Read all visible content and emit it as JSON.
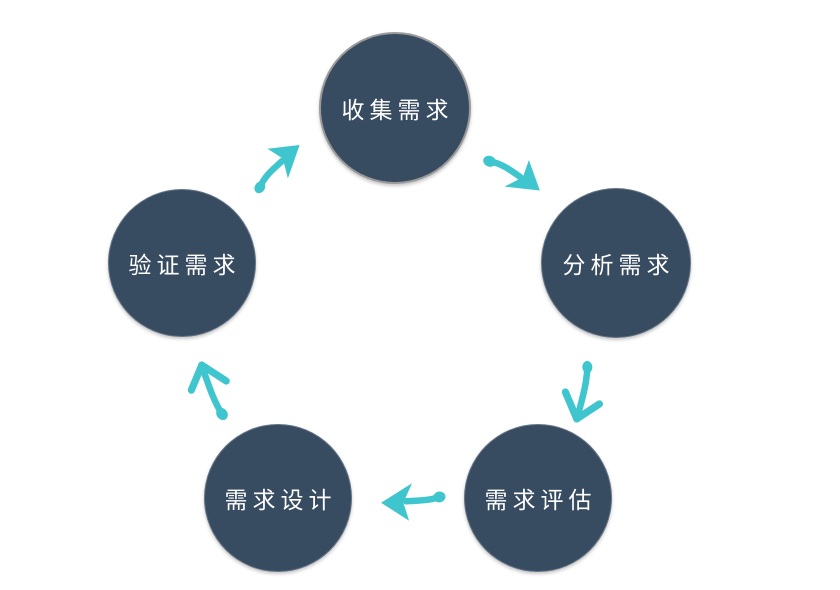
{
  "diagram": {
    "type": "cycle",
    "nodes": [
      {
        "id": "collect",
        "label": "收集需求"
      },
      {
        "id": "analyze",
        "label": "分析需求"
      },
      {
        "id": "evaluate",
        "label": "需求评估"
      },
      {
        "id": "design",
        "label": "需求设计"
      },
      {
        "id": "verify",
        "label": "验证需求"
      }
    ],
    "flow": [
      {
        "from": "收集需求",
        "to": "分析需求",
        "arrow_direction": "down-right"
      },
      {
        "from": "分析需求",
        "to": "需求评估",
        "arrow_direction": "down"
      },
      {
        "from": "需求评估",
        "to": "需求设计",
        "arrow_direction": "left"
      },
      {
        "from": "需求设计",
        "to": "验证需求",
        "arrow_direction": "up"
      },
      {
        "from": "验证需求",
        "to": "收集需求",
        "arrow_direction": "up-right"
      }
    ],
    "colors": {
      "background": "#FFFFFF",
      "node_fill": "#374B61",
      "node_text": "#FFFFFF",
      "node_border_top_circle": "#9A9A9A",
      "arrow": "#3EC5CD"
    }
  }
}
